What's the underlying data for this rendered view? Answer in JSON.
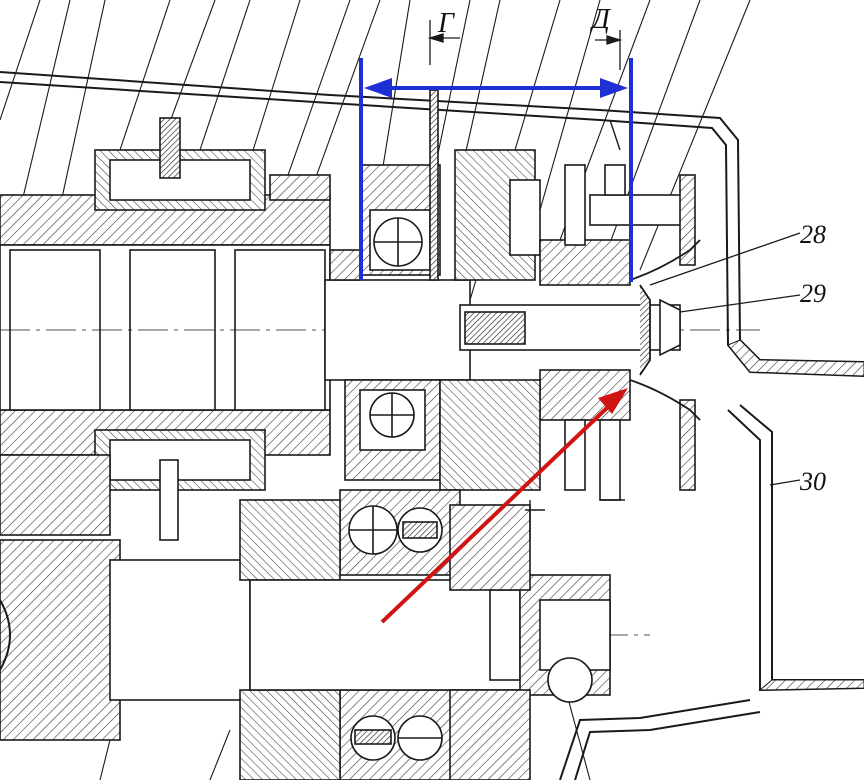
{
  "labels": {
    "callout_28": "28",
    "callout_29": "29",
    "callout_30": "30",
    "dim_g": "Г",
    "dim_d": "Д"
  },
  "colors": {
    "ink": "#1a1a1a",
    "hatch": "#3a3a3a",
    "dimension": "#1f2fd6",
    "arrow": "#d01414",
    "paper": "#ffffff"
  }
}
